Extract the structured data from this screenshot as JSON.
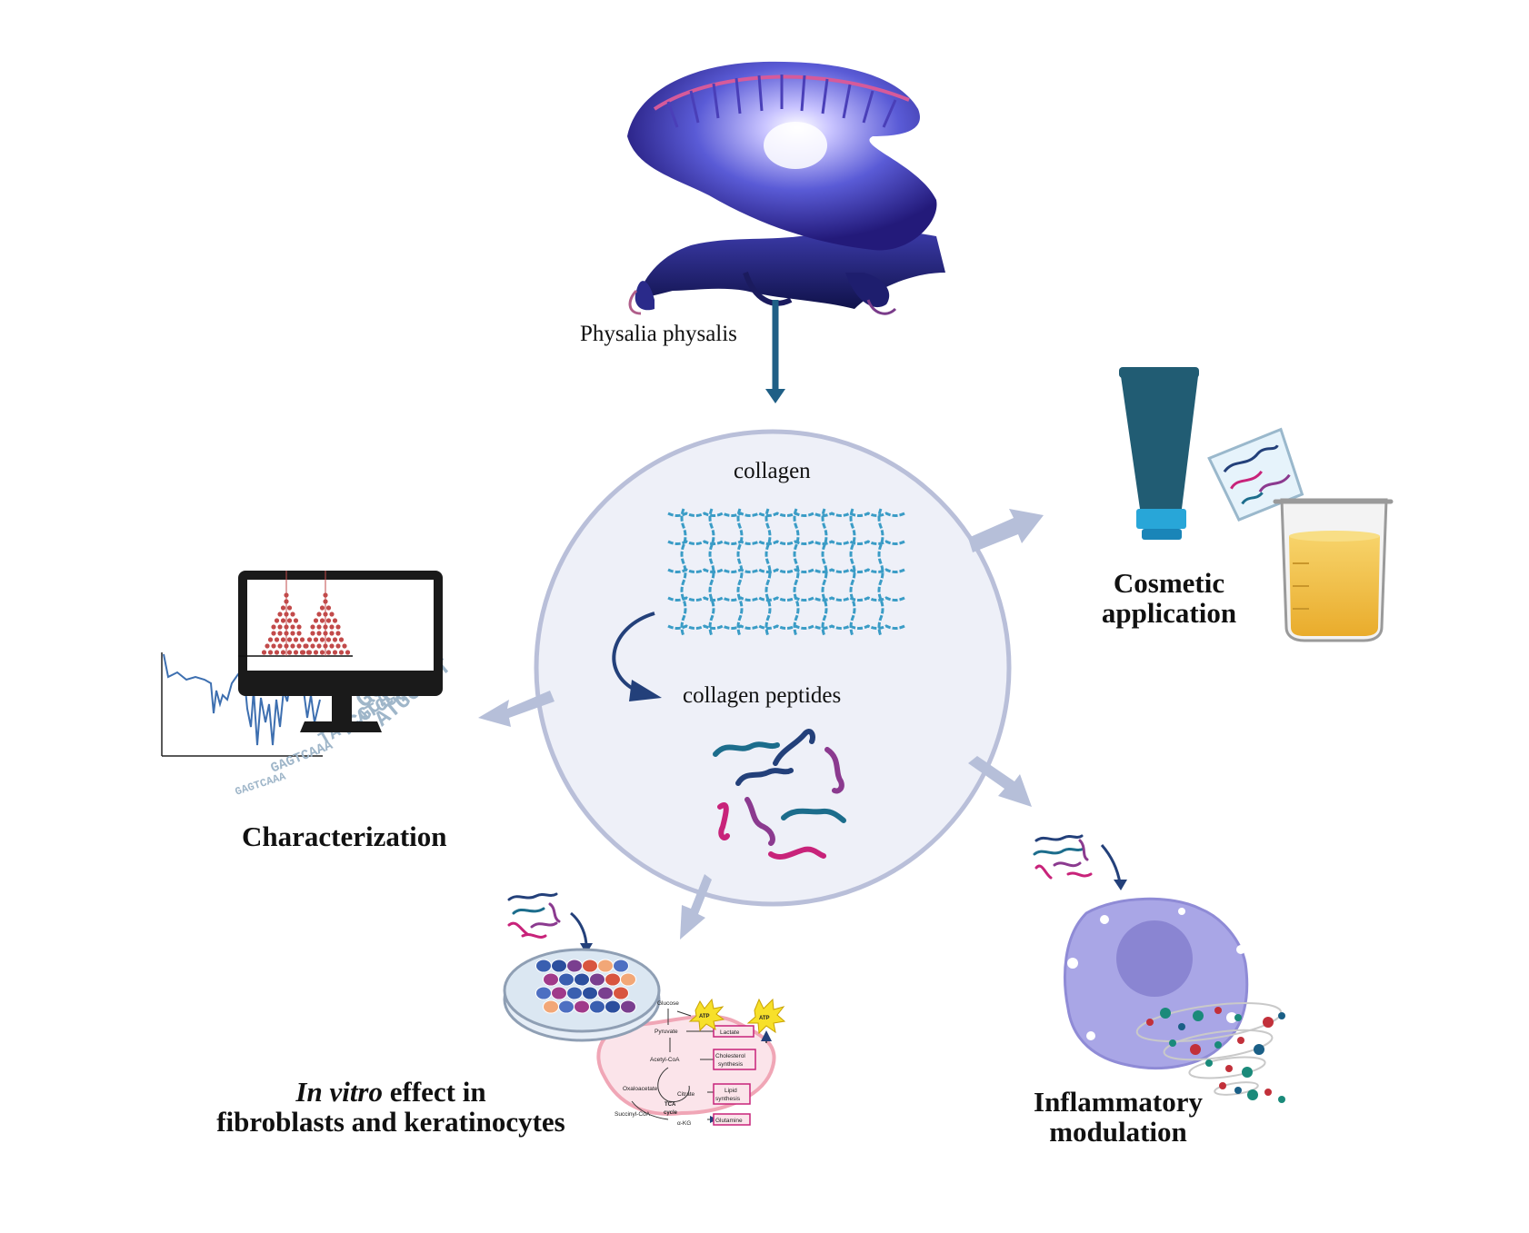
{
  "labels": {
    "source": "Physalia physalis",
    "collagen": "collagen",
    "peptides": "collagen peptides",
    "cosmetic_line1": "Cosmetic",
    "cosmetic_line2": "application",
    "characterization": "Characterization",
    "invitro_italic": "In vitro",
    "invitro_rest": " effect in",
    "invitro_line2": "fibroblasts and keratinocytes",
    "inflammatory_line1": "Inflammatory",
    "inflammatory_line2": "modulation"
  },
  "metabolism": {
    "glucose": "Glucose",
    "pyruvate": "Pyruvate",
    "lactate": "Lactate",
    "atp": "ATP",
    "acetyl_coa": "Acetyl-CoA",
    "cholesterol": "Cholesterol",
    "synthesis": "synthesis",
    "oxaloacetate": "Oxaloacetate",
    "citrate": "Citrate",
    "lipid": "Lipid",
    "tca": "TCA",
    "cycle": "cycle",
    "succinyl": "Succinyl-CoA",
    "akg": "α-KG",
    "glutamine": "Glutamine"
  },
  "dna_text": [
    "GCGCAT",
    "ATGCCAT",
    "TCGCAT",
    "TATCATGGC",
    "GAGTCAAA",
    "GAGTCAAA"
  ],
  "colors": {
    "arrow_dark": "#1f5f86",
    "arrow_light": "#b6bfd9",
    "circle_fill": "#eef0f8",
    "circle_stroke": "#b9bfd9",
    "mesh": "#3a9cc6",
    "peptide_teal": "#1c6d8c",
    "peptide_navy": "#23407a",
    "peptide_purple": "#8b3a8f",
    "peptide_magenta": "#c8237a",
    "tube": "#215c73",
    "tube_cap": "#28a6d8",
    "liquid": "#f2c34e",
    "cell": "#a9a6e6",
    "nucleus": "#8a85d2",
    "spectrum": "#3d6fb0",
    "scatter": "#c24a4a"
  }
}
